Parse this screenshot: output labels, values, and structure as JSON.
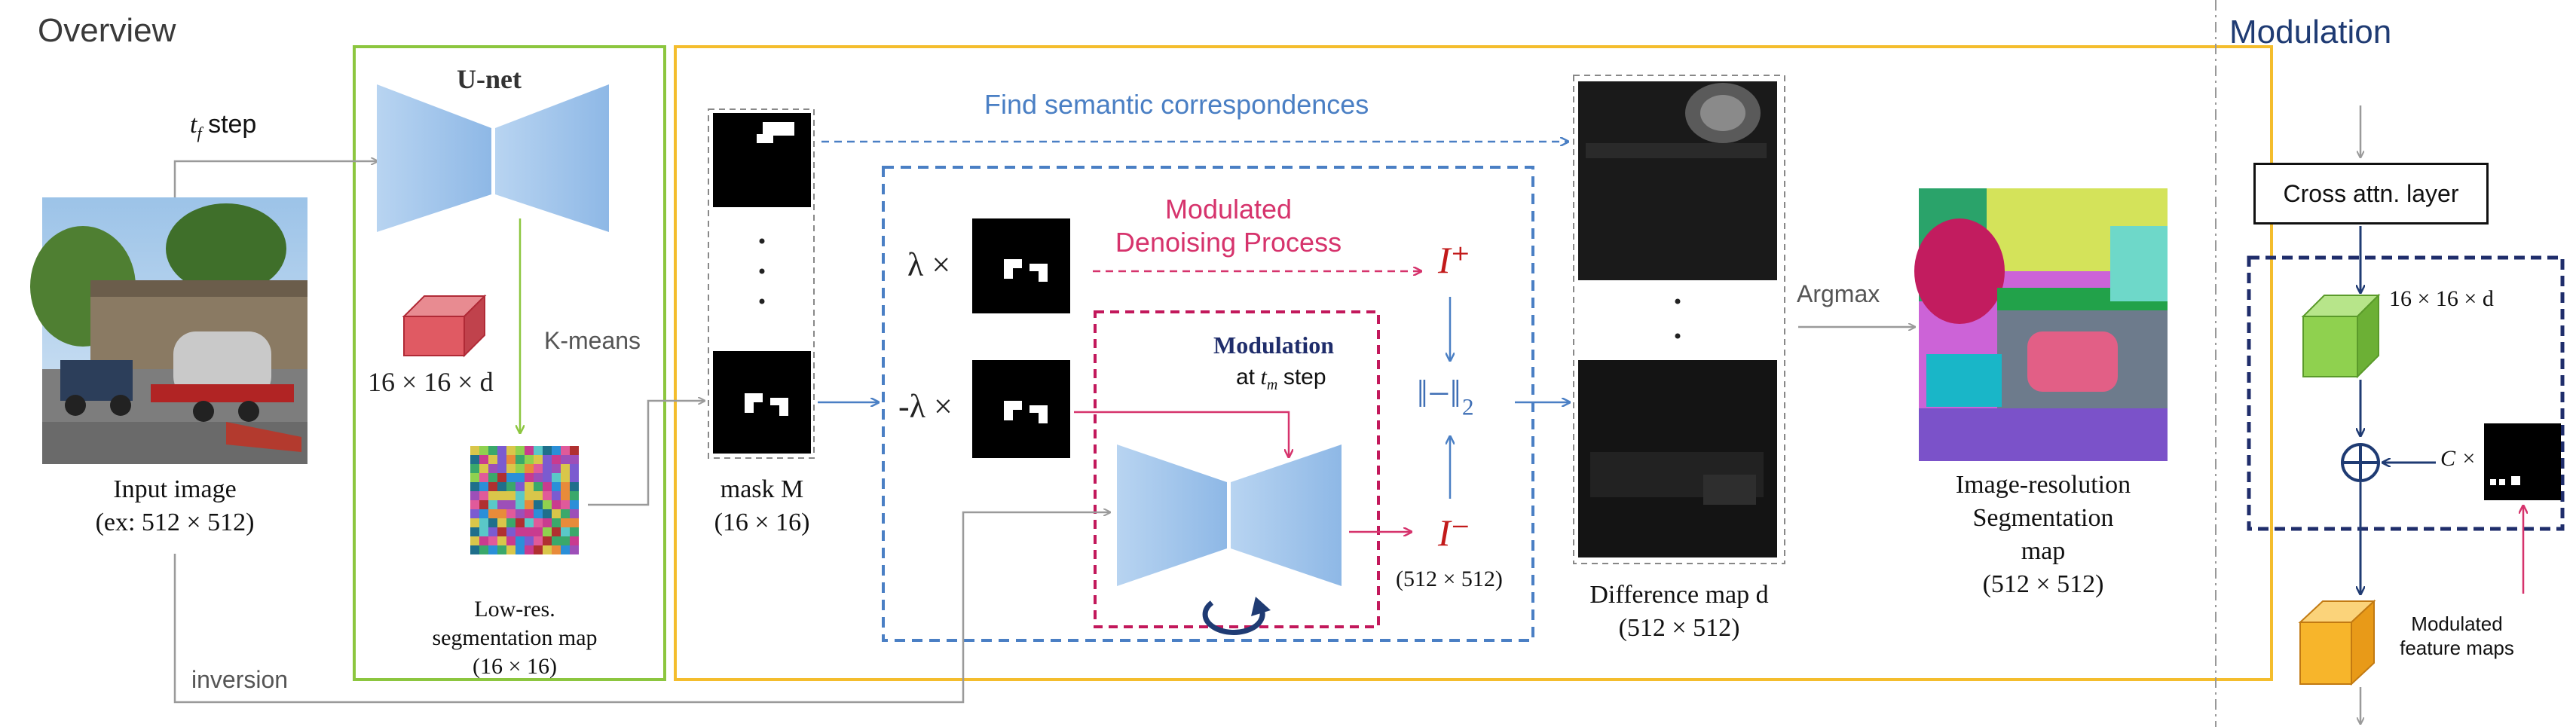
{
  "overview_title": "Overview",
  "modulation_title": "Modulation",
  "step_tf": {
    "var": "t",
    "sub": "f",
    "text": "step"
  },
  "unet_label": "U-net",
  "feature_dim": "16 × 16 × d",
  "kmeans_label": "K-means",
  "input_label": {
    "line1": "Input image",
    "line2": "(ex: 512 × 512)"
  },
  "lowres_label": {
    "line1": "Low-res.",
    "line2": "segmentation map",
    "line3": "(16 × 16)"
  },
  "inversion_label": "inversion",
  "mask_label": {
    "line1": "mask M",
    "line2": "(16 × 16)"
  },
  "mask_dots": "·",
  "find_corr": "Find semantic correspondences",
  "modulated_denoising": {
    "line1": "Modulated",
    "line2": "Denoising Process"
  },
  "lambda_pos": "λ ×",
  "lambda_neg": "-λ ×",
  "modulation_box": {
    "title": "Modulation",
    "sub_prefix": "at",
    "var": "t",
    "sub": "m",
    "suffix": "step"
  },
  "i_plus": "I⁺",
  "i_minus": "I⁻",
  "norm": "‖−‖₂",
  "res_512": "(512 × 512)",
  "argmax_label": "Argmax",
  "diff_label": {
    "line1": "Difference map d",
    "line2": "(512 × 512)"
  },
  "output_label": {
    "line1": "Image-resolution",
    "line2": "Segmentation",
    "line3": "map",
    "line4": "(512 × 512)"
  },
  "cross_attn": "Cross attn. layer",
  "mod_feature_dim": "16 × 16 × d",
  "c_times": "C ×",
  "modulated_feature": {
    "line1": "Modulated",
    "line2": "feature maps"
  },
  "colors": {
    "green_frame": "#8cc63f",
    "yellow_frame": "#f4bd2d",
    "blue_dashed": "#4a7fc4",
    "pink_dashed": "#c2185b",
    "navy_dashed": "#1f2d6b",
    "unet_blue": "#9dc3ea",
    "arrow_grey": "#9a9a9a",
    "red_cube": "#e05a63",
    "green_cube": "#8fd14f",
    "orange_cube": "#f7b52b"
  }
}
